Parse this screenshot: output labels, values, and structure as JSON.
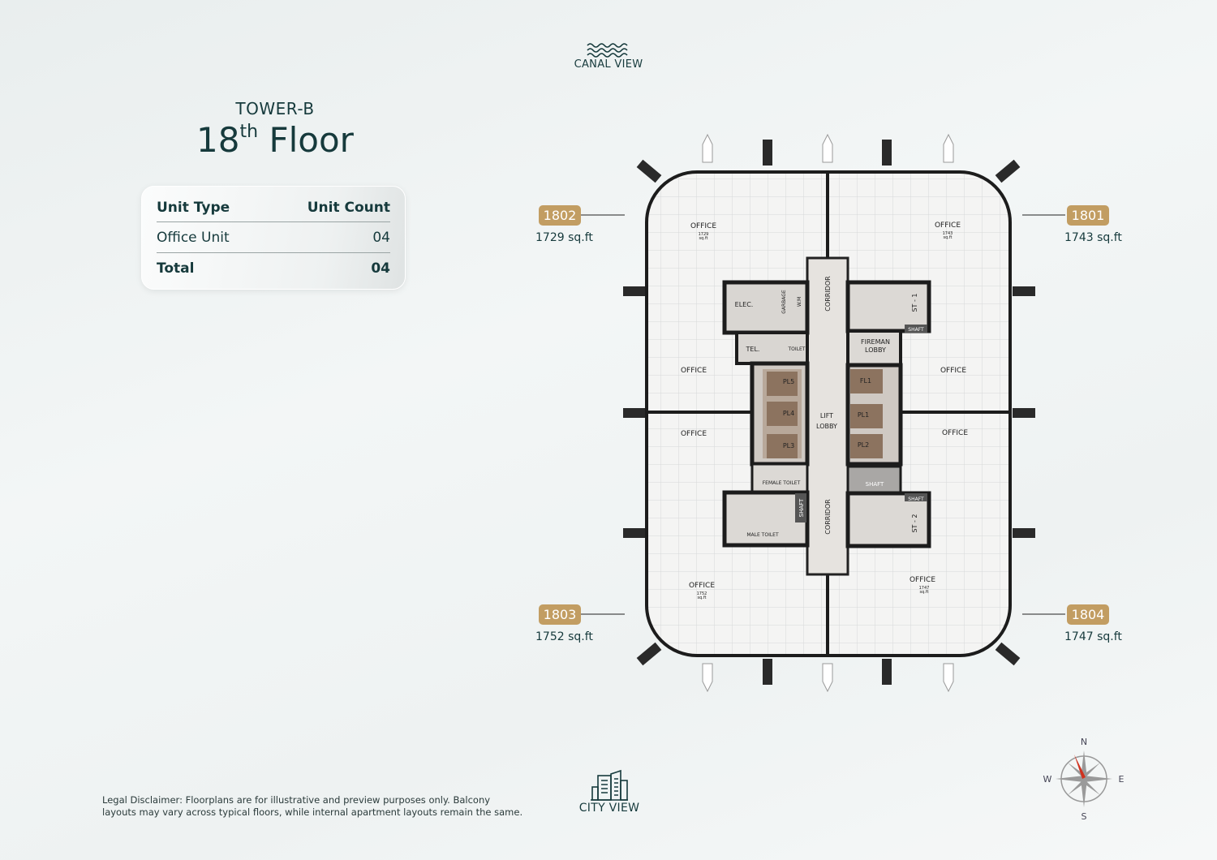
{
  "header": {
    "tower": "TOWER-B",
    "floor_number": "18",
    "floor_suffix": "th",
    "floor_word": "Floor"
  },
  "unit_table": {
    "headers": [
      "Unit Type",
      "Unit Count"
    ],
    "rows": [
      {
        "type": "Office Unit",
        "count": "04"
      }
    ],
    "total_label": "Total",
    "total_count": "04"
  },
  "views": {
    "top": "CANAL VIEW",
    "bottom": "CITY VIEW",
    "top_icon": "waves-icon",
    "bottom_icon": "buildings-icon"
  },
  "units": [
    {
      "id": "1802",
      "area": "1729",
      "unit": "sq.ft"
    },
    {
      "id": "1801",
      "area": "1743",
      "unit": "sq.ft"
    },
    {
      "id": "1803",
      "area": "1752",
      "unit": "sq.ft"
    },
    {
      "id": "1804",
      "area": "1747",
      "unit": "sq.ft"
    }
  ],
  "offices": {
    "label": "OFFICE",
    "areas": [
      "1729",
      "1743",
      "1752",
      "1747"
    ],
    "unit": "sq.ft"
  },
  "core": {
    "elec": "ELEC.",
    "garbage": "GARBAGE",
    "wm": "W.M",
    "corridor": "CORRIDOR",
    "st1": "ST - 1",
    "st2": "ST - 2",
    "shaft": "SHAFT",
    "fireman": "FIREMAN",
    "lobby": "LOBBY",
    "tel": "TEL.",
    "toilet": "TOILET",
    "lift": "LIFT",
    "lifts": [
      "PL5",
      "PL4",
      "PL3",
      "FL1",
      "PL1",
      "PL2"
    ],
    "female": "FEMALE TOILET",
    "male": "MALE TOILET"
  },
  "compass": {
    "n": "N",
    "s": "S",
    "e": "E",
    "w": "W"
  },
  "disclaimer": "Legal Disclaimer: Floorplans are for illustrative and preview purposes only. Balcony layouts may vary across typical floors, while internal apartment layouts remain the same.",
  "colors": {
    "accent": "#c29d62",
    "text": "#163a3c",
    "wall": "#1c1c1c"
  }
}
